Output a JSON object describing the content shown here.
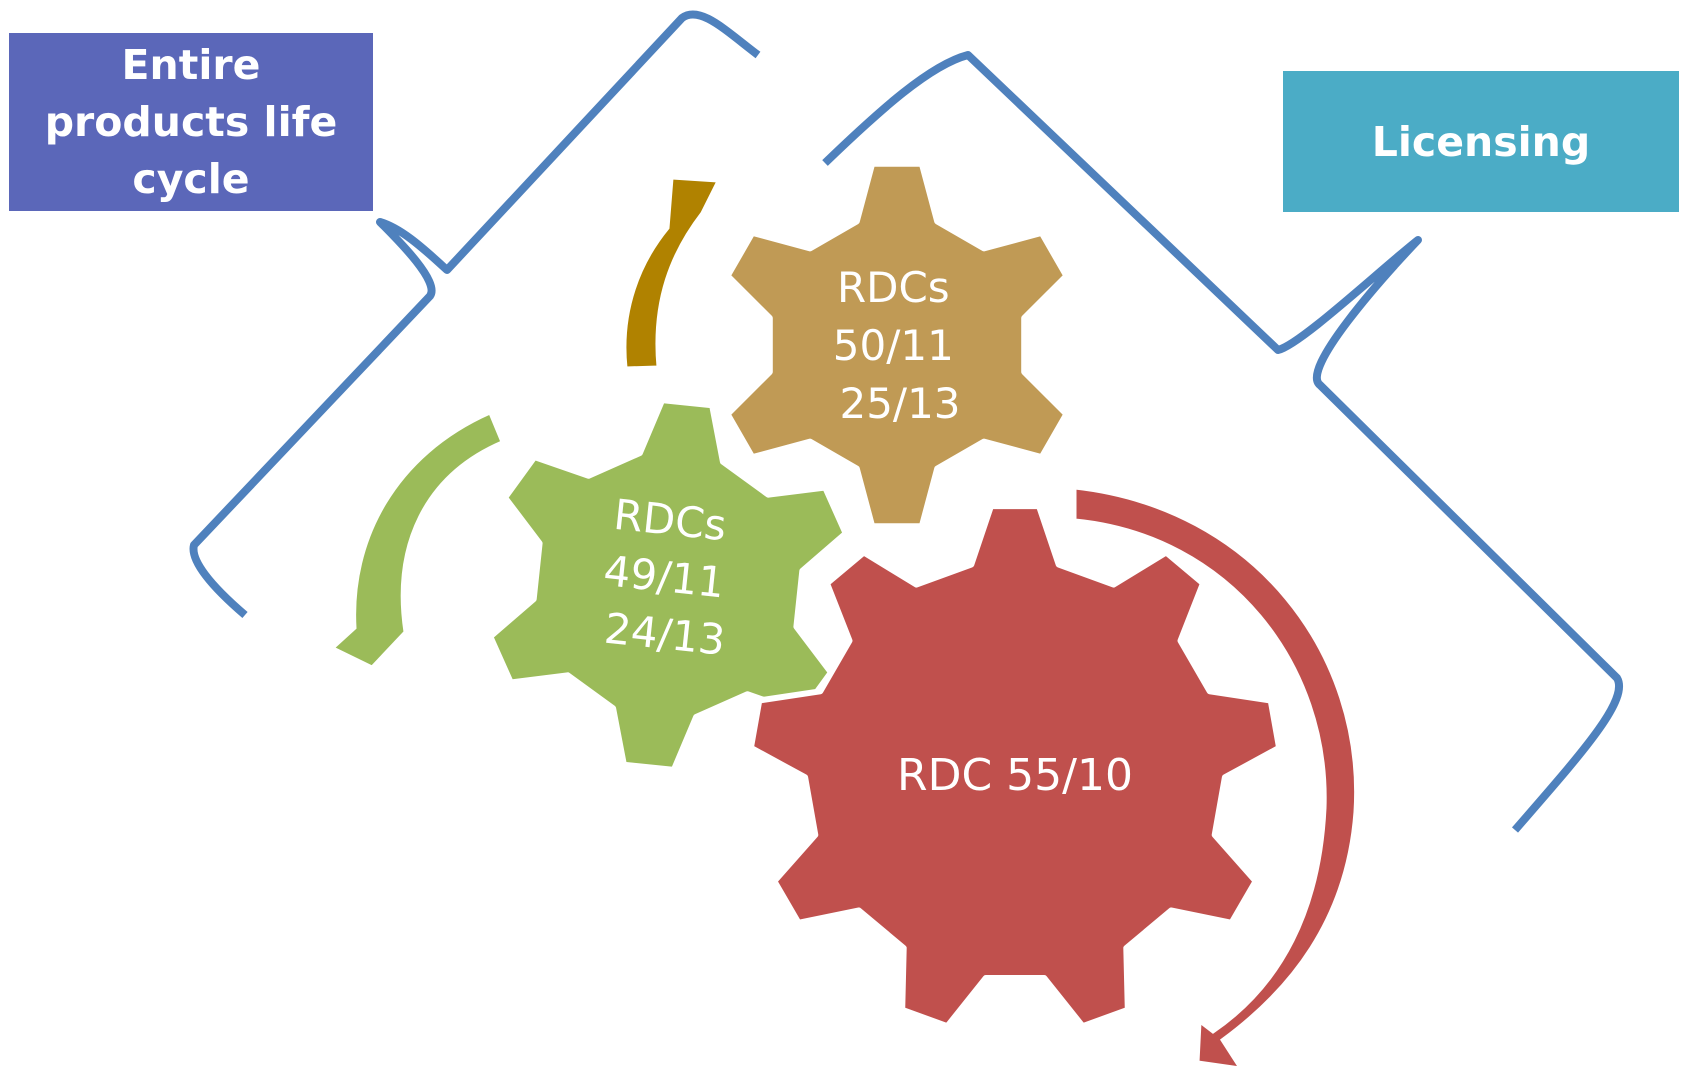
{
  "boxes": {
    "life_cycle": {
      "label": "Entire products life cycle",
      "color": "#5b67b9"
    },
    "licensing": {
      "label": "Licensing",
      "color": "#4bacc6"
    }
  },
  "gears": {
    "gold": {
      "lines": [
        "RDCs",
        "50/11",
        "25/13"
      ],
      "color": "#c09a55"
    },
    "green": {
      "lines": [
        "RDCs",
        "49/11",
        "24/13"
      ],
      "color": "#9bbb59"
    },
    "red": {
      "lines": [
        "RDC 55/10"
      ],
      "color": "#c0504d"
    }
  },
  "colors": {
    "bracket": "#4f81bd",
    "arrow_gold": "#b08200",
    "arrow_green": "#9bbb59",
    "arrow_red": "#c0504d"
  }
}
